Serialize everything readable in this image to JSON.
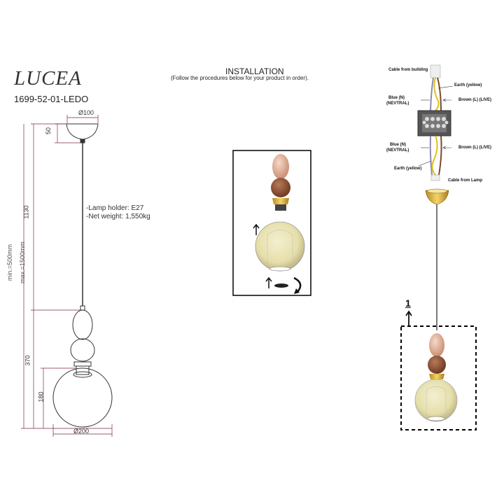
{
  "product": {
    "brand": "LUCEA",
    "model": "1699-52-01-LEDO"
  },
  "installation": {
    "title": "INSTALLATION",
    "subtitle": "(Follow the procedures below for your product in order)."
  },
  "dimensions": {
    "canopy_diameter": "Ø100",
    "canopy_height": "50",
    "cord_length": "1130",
    "range_min": "min.=500mm",
    "range_max": "max.=1500mm",
    "body_height": "370",
    "shade_height": "180",
    "shade_diameter": "Ø200"
  },
  "specs": {
    "lamp_holder": "-Lamp holder: E27",
    "net_weight": "-Net weight: 1,550kg"
  },
  "wiring": {
    "cable_from_building": "Cable from building",
    "earth_top": "Earth (yellow)",
    "blue_top_1": "Blue (N)",
    "blue_top_2": "(NEVTRAL)",
    "brown_top": "Brown (L) (LIVE)",
    "blue_bottom_1": "Blue (N)",
    "blue_bottom_2": "(NEVTRAL)",
    "brown_bottom": "Brown (L) (LIVE)",
    "earth_bottom": "Earth (yellow)",
    "cable_from_lamp": "Cable from Lamp"
  },
  "step_number": "1"
}
